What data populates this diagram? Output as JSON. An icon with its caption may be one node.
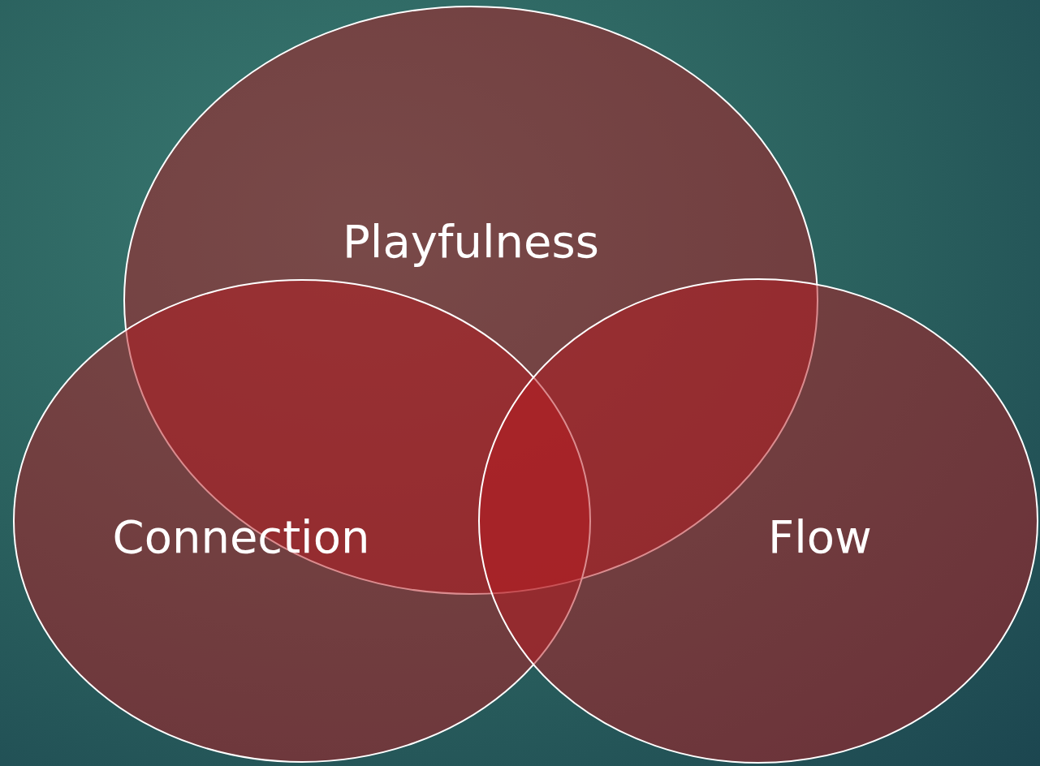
{
  "diagram": {
    "nodes": [
      {
        "text": [
          "Playfulness"
        ]
      },
      {
        "text": [
          "Connection"
        ]
      },
      {
        "text": [
          "Flow"
        ]
      }
    ],
    "edges": []
  }
}
